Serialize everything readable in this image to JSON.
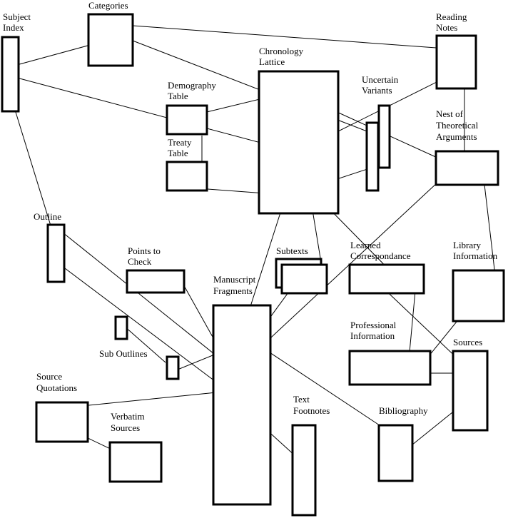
{
  "nodes": {
    "subject_index": [
      "Subject",
      "Index"
    ],
    "categories": [
      "Categories"
    ],
    "reading_notes": [
      "Reading",
      "Notes"
    ],
    "chronology_lattice": [
      "Chronology",
      "Lattice"
    ],
    "demography_table": [
      "Demography",
      "Table"
    ],
    "treaty_table": [
      "Treaty",
      "Table"
    ],
    "uncertain_variants": [
      "Uncertain",
      "Variants"
    ],
    "nest_of_theoretical_arguments": [
      "Nest of",
      "Theoretical",
      "Arguments"
    ],
    "outline": [
      "Outline"
    ],
    "points_to_check": [
      "Points to",
      "Check"
    ],
    "subtexts": [
      "Subtexts"
    ],
    "learned_correspondance": [
      "Learned",
      "Correspondance"
    ],
    "library_information": [
      "Library",
      "Information"
    ],
    "manuscript_fragments": [
      "Manuscript",
      "Fragments"
    ],
    "professional_information": [
      "Professional",
      "Information"
    ],
    "sources": [
      "Sources"
    ],
    "sub_outlines": [
      "Sub Outlines"
    ],
    "source_quotations": [
      "Source",
      "Quotations"
    ],
    "verbatim_sources": [
      "Verbatim",
      "Sources"
    ],
    "text_footnotes": [
      "Text",
      "Footnotes"
    ],
    "bibliography": [
      "Bibliography"
    ]
  },
  "colors": {
    "stroke": "#000000",
    "background": "#ffffff"
  }
}
